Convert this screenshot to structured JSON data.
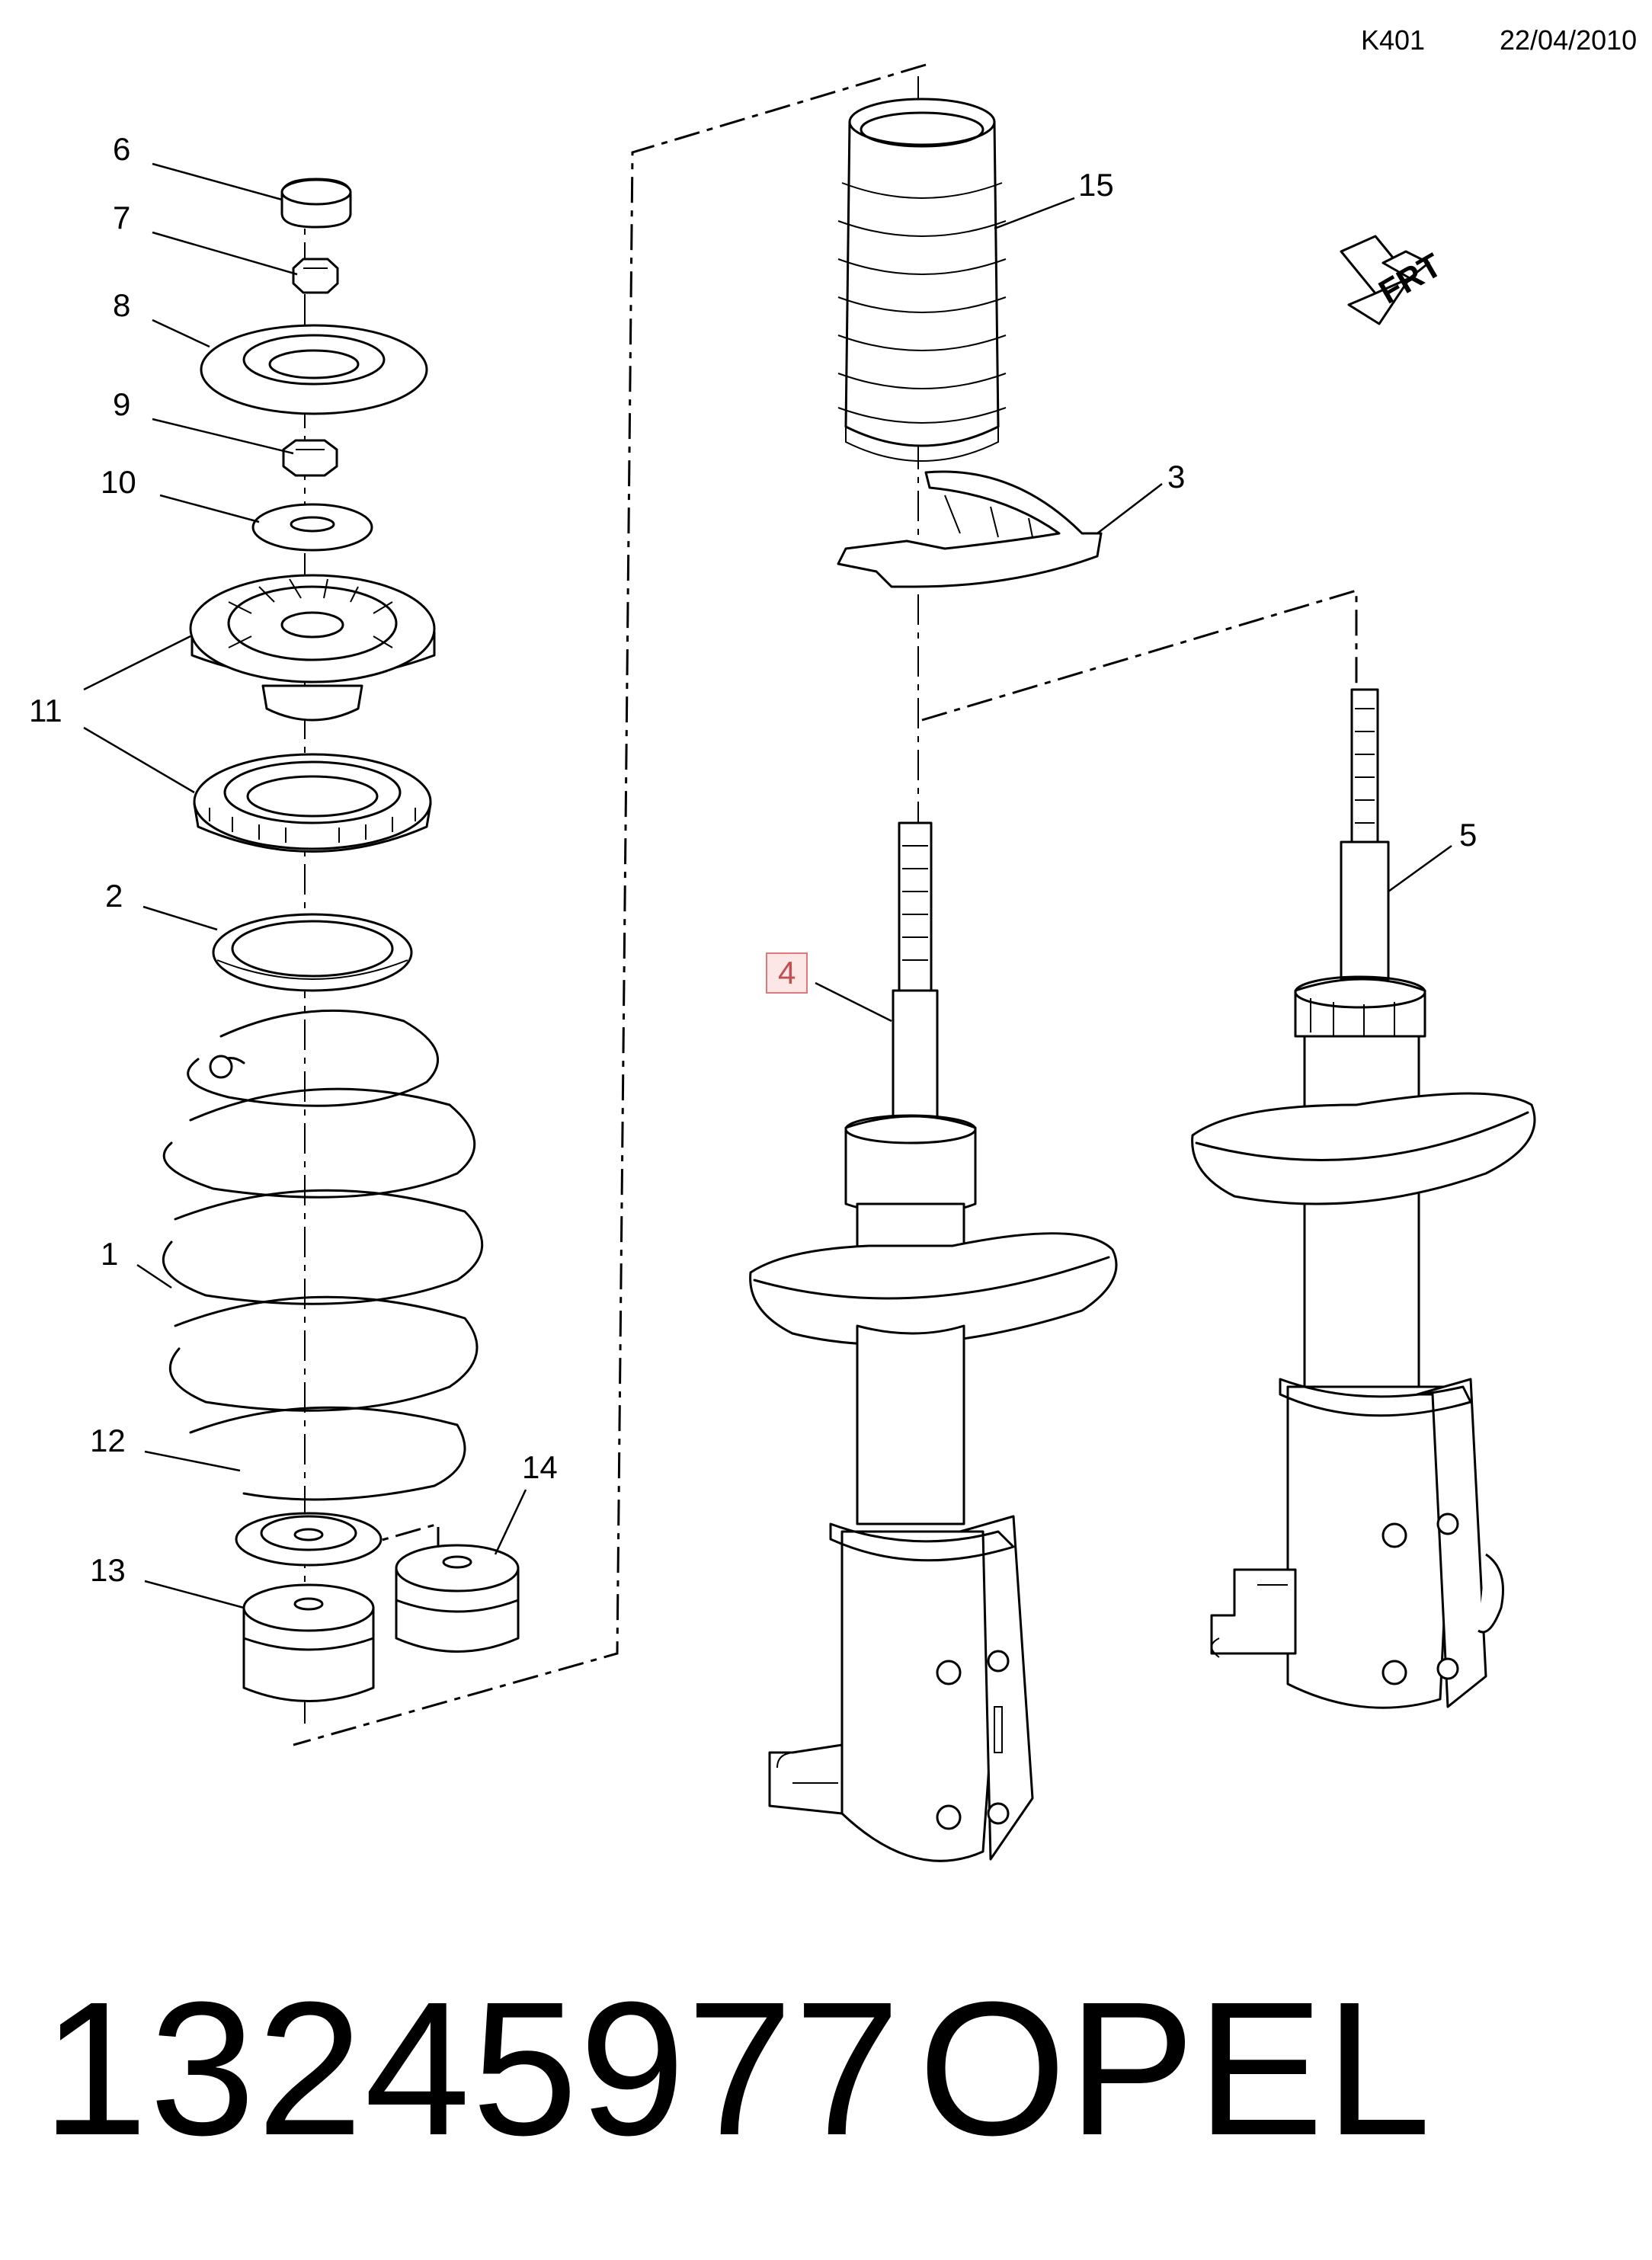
{
  "header": {
    "code": "K401",
    "date": "22/04/2010"
  },
  "callouts": [
    {
      "id": "1",
      "label": "1"
    },
    {
      "id": "2",
      "label": "2"
    },
    {
      "id": "3",
      "label": "3"
    },
    {
      "id": "4",
      "label": "4",
      "highlighted": true
    },
    {
      "id": "5",
      "label": "5"
    },
    {
      "id": "6",
      "label": "6"
    },
    {
      "id": "7",
      "label": "7"
    },
    {
      "id": "8",
      "label": "8"
    },
    {
      "id": "9",
      "label": "9"
    },
    {
      "id": "10",
      "label": "10"
    },
    {
      "id": "11",
      "label": "11"
    },
    {
      "id": "12",
      "label": "12"
    },
    {
      "id": "13",
      "label": "13"
    },
    {
      "id": "14",
      "label": "14"
    },
    {
      "id": "15",
      "label": "15"
    }
  ],
  "orientation": {
    "label": "FRT",
    "icon": "front-direction-arrow-icon"
  },
  "footer": {
    "part_number": "13245977",
    "brand": "OPEL"
  },
  "colors": {
    "highlight_border": "#e07a7a",
    "highlight_fill": "#fde6e6",
    "highlight_text": "#c05050",
    "line": "#000000"
  }
}
